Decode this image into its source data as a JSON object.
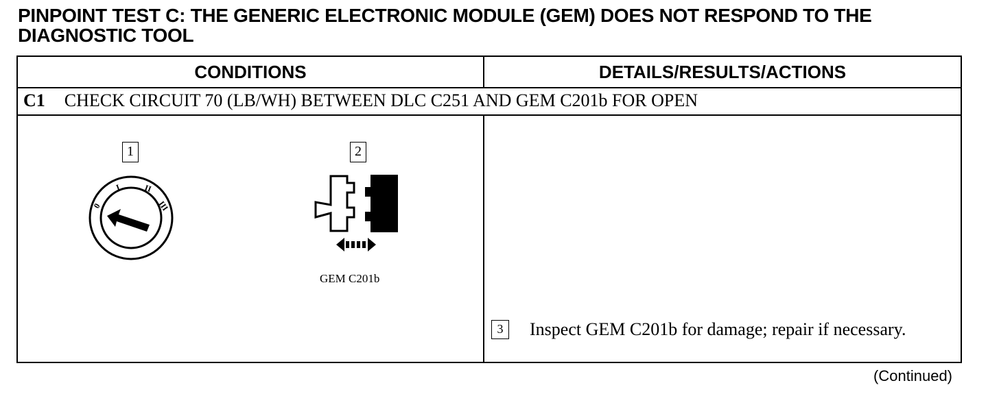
{
  "title": "PINPOINT TEST C:  THE GENERIC ELECTRONIC MODULE (GEM) DOES NOT RESPOND TO THE DIAGNOSTIC TOOL",
  "table": {
    "headers": {
      "conditions": "CONDITIONS",
      "details": "DETAILS/RESULTS/ACTIONS"
    },
    "step": {
      "id": "C1",
      "text": "CHECK CIRCUIT 70 (LB/WH) BETWEEN DLC C251 AND GEM C201b FOR OPEN"
    }
  },
  "illustrations": {
    "ignition": {
      "number": "1",
      "positions": [
        "0",
        "I",
        "II",
        "III"
      ],
      "icon": "ignition-switch-icon"
    },
    "connector": {
      "number": "2",
      "label": "GEM C201b",
      "icon": "connector-disconnect-icon"
    }
  },
  "actions": [
    {
      "number": "3",
      "text": "Inspect GEM C201b for damage; repair if necessary."
    }
  ],
  "footer": "(Continued)"
}
